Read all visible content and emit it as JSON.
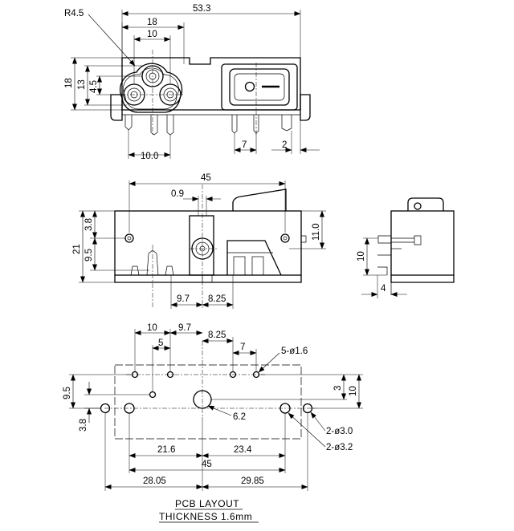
{
  "top_view": {
    "r_label": "R4.5",
    "dim_overall": "53.3",
    "dim_18_top": "18",
    "dim_10_top": "10",
    "dim_18_left": "18",
    "dim_13": "13",
    "dim_4_5": "4.5",
    "dim_10_0": "10.0",
    "dim_7": "7",
    "dim_2": "2"
  },
  "front_view": {
    "dim_45": "45",
    "dim_0_9": "0.9",
    "dim_3_8": "3.8",
    "dim_21": "21",
    "dim_9_5": "9.5",
    "dim_11_0": "11.0",
    "dim_9_7": "9.7",
    "dim_8_25": "8.25"
  },
  "side_view": {
    "dim_10": "10",
    "dim_4": "4"
  },
  "pcb_layout": {
    "dim_10": "10",
    "dim_9_7": "9.7",
    "dim_5": "5",
    "dim_8_25": "8.25",
    "dim_7": "7",
    "hole_label_5": "5-ø1.6",
    "dim_9_5": "9.5",
    "dim_3_8": "3.8",
    "dim_3": "3",
    "dim_10_right": "10",
    "dim_6_2": "6.2",
    "hole_label_3_0": "2-ø3.0",
    "hole_label_3_2": "2-ø3.2",
    "dim_21_6": "21.6",
    "dim_23_4": "23.4",
    "dim_45": "45",
    "dim_28_05": "28.05",
    "dim_29_85": "29.85",
    "title": "PCB LAYOUT",
    "thickness": "THICKNESS 1.6mm"
  }
}
